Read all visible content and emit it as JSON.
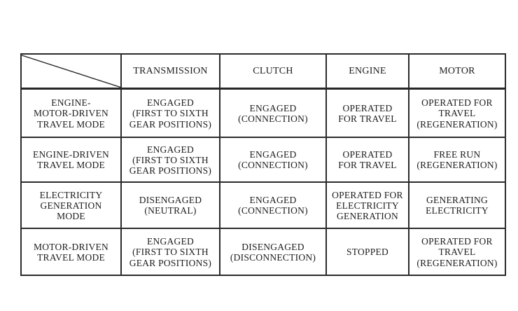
{
  "document": {
    "type": "patent-table-figure",
    "background": "#ffffff",
    "border_color": "#2b2b2b",
    "text_color": "#1d1d1d"
  },
  "table": {
    "corner_label": "",
    "column_headers": [
      "TRANSMISSION",
      "CLUTCH",
      "ENGINE",
      "MOTOR"
    ],
    "rows": [
      {
        "mode": "ENGINE-\nMOTOR-DRIVEN\nTRAVEL MODE",
        "transmission": "ENGAGED\n(FIRST TO SIXTH\nGEAR POSITIONS)",
        "clutch": "ENGAGED\n(CONNECTION)",
        "engine": "OPERATED\nFOR TRAVEL",
        "motor": "OPERATED FOR\nTRAVEL\n(REGENERATION)"
      },
      {
        "mode": "ENGINE-DRIVEN\nTRAVEL MODE",
        "transmission": "ENGAGED\n(FIRST TO SIXTH\nGEAR POSITIONS)",
        "clutch": "ENGAGED\n(CONNECTION)",
        "engine": "OPERATED\nFOR TRAVEL",
        "motor": "FREE RUN\n(REGENERATION)"
      },
      {
        "mode": "ELECTRICITY\nGENERATION\nMODE",
        "transmission": "DISENGAGED\n(NEUTRAL)",
        "clutch": "ENGAGED\n(CONNECTION)",
        "engine": "OPERATED FOR\nELECTRICITY\nGENERATION",
        "motor": "GENERATING\nELECTRICITY"
      },
      {
        "mode": "MOTOR-DRIVEN\nTRAVEL MODE",
        "transmission": "ENGAGED\n(FIRST TO SIXTH\nGEAR POSITIONS)",
        "clutch": "DISENGAGED\n(DISCONNECTION)",
        "engine": "STOPPED",
        "motor": "OPERATED FOR\nTRAVEL\n(REGENERATION)"
      }
    ]
  }
}
